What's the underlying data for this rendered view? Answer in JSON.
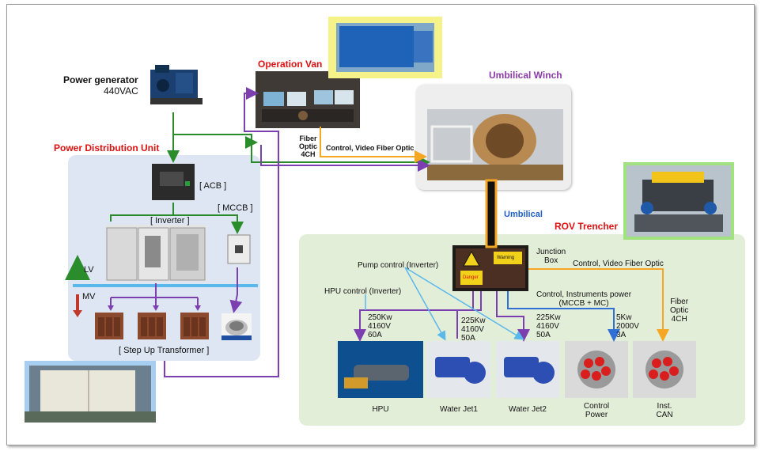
{
  "titles": {
    "generator_name": "Power generator",
    "generator_voltage": "440VAC",
    "pdu": "Power Distribution Unit",
    "operation_van": "Operation Van",
    "winch": "Umbilical Winch",
    "rov": "ROV Trencher",
    "umbilical": "Umbilical"
  },
  "pdu": {
    "acb": "[ ACB ]",
    "mccb": "[ MCCB ]",
    "inverter": "[ Inverter ]",
    "lv": "LV",
    "mv": "MV",
    "transformer": "[ Step Up Transformer ]"
  },
  "links": {
    "fiber_optic_4ch": "Fiber\nOptic\n4CH",
    "control_video_fiber": "Control, Video Fiber Optic",
    "junction_box": "Junction\nBox",
    "control_video_fiber_rov": "Control, Video Fiber Optic",
    "pump_control": "Pump control (Inverter)",
    "hpu_control": "HPU control (Inverter)",
    "control_instruments_power": "Control, Instruments power\n(MCCB + MC)",
    "fiber_optic_4ch_rov": "Fiber\nOptic\n4CH"
  },
  "ratings": {
    "hpu": "250Kw\n4160V\n60A",
    "jet1": "225Kw\n4160V\n50A",
    "jet2": "225Kw\n4160V\n50A",
    "control": "5Kw\n2000V\n3A"
  },
  "equipment": {
    "hpu": "HPU",
    "jet1": "Water Jet1",
    "jet2": "Water Jet2",
    "control_power": "Control\nPower",
    "inst_can": "Inst.\nCAN"
  },
  "junction_box_signs": {
    "warning": "Warning",
    "danger": "Danger"
  },
  "colors": {
    "power_green": "#2a8c2a",
    "purple_line": "#7b3fb0",
    "fiber_orange": "#f5a623",
    "blue_line": "#2f6fd6",
    "light_blue": "#5bb8ea",
    "pdu_panel": "#dde6f2",
    "rov_panel": "#e3eed9"
  }
}
